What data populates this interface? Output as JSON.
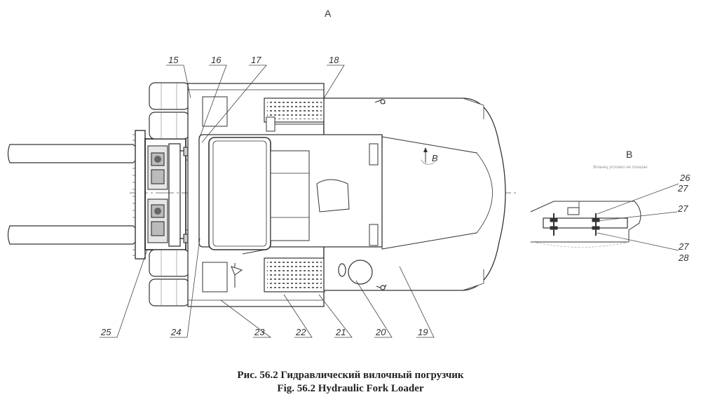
{
  "view_label": "A",
  "detail": {
    "title": "B",
    "note": "Фланец условно не показан",
    "labels": [
      "26",
      "27",
      "27",
      "27",
      "28"
    ]
  },
  "direction_marker": "B",
  "callouts": [
    "15",
    "16",
    "17",
    "18",
    "25",
    "24",
    "23",
    "22",
    "21",
    "20",
    "19"
  ],
  "caption": {
    "ru": "Рис. 56.2  Гидравлический вилочный погрузчик",
    "en": "Fig. 56.2  Hydraulic Fork Loader"
  }
}
